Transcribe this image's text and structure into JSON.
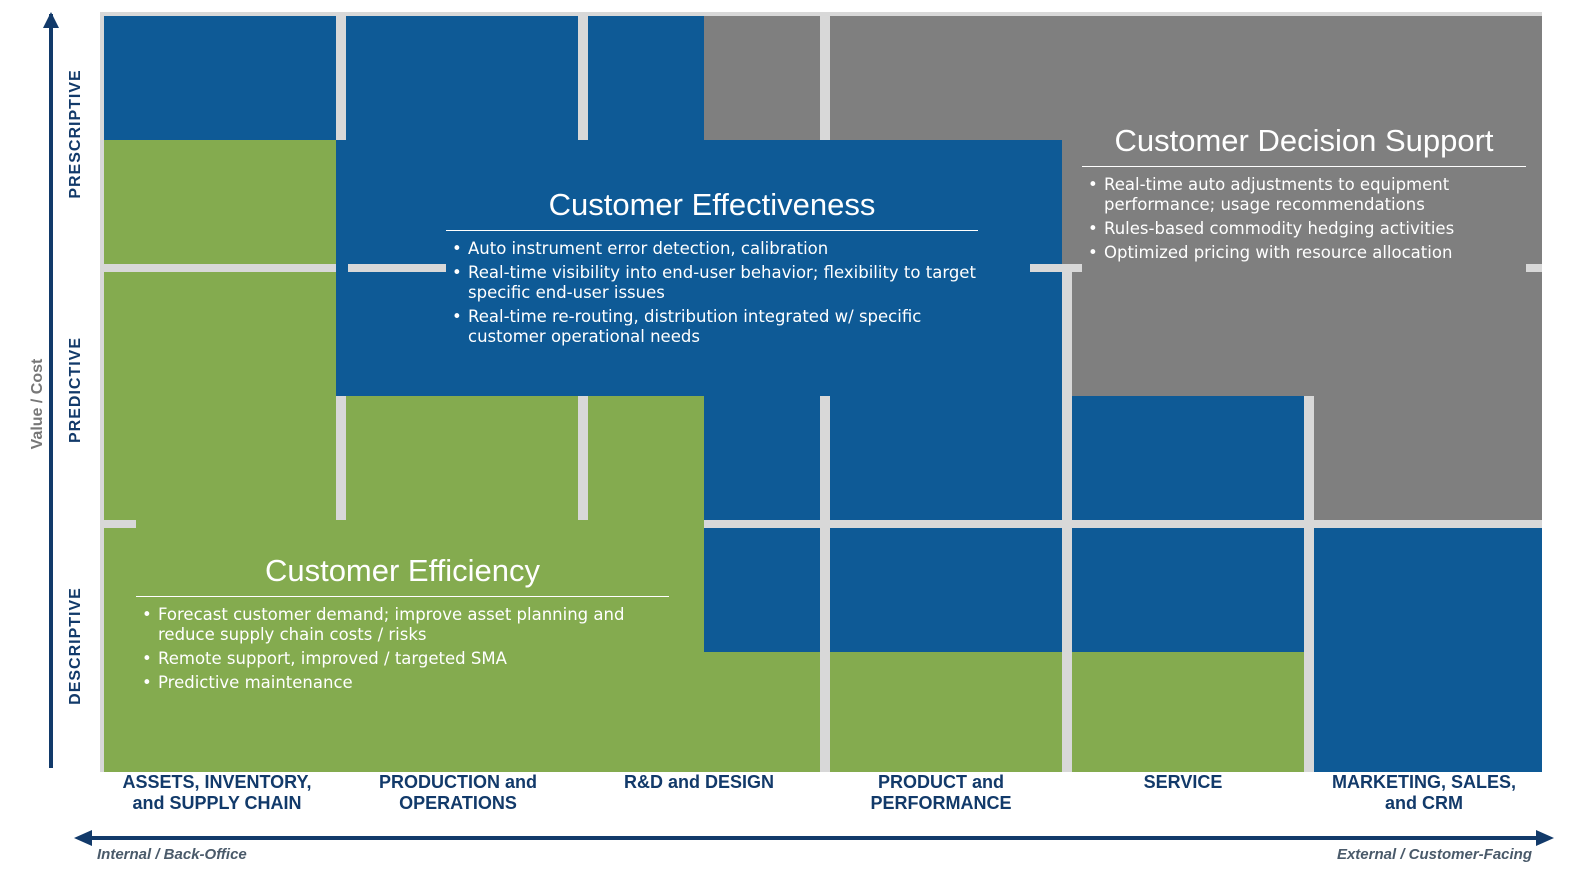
{
  "axes": {
    "y_label": "Value / Cost",
    "x_left_label": "Internal / Back-Office",
    "x_right_label": "External / Customer-Facing"
  },
  "rows": [
    "PRESCRIPTIVE",
    "PREDICTIVE",
    "DESCRIPTIVE"
  ],
  "columns": [
    "ASSETS, INVENTORY,\nand SUPPLY CHAIN",
    "PRODUCTION and\nOPERATIONS",
    "R&D and DESIGN",
    "PRODUCT and\nPERFORMANCE",
    "SERVICE",
    "MARKETING, SALES,\nand CRM"
  ],
  "colors": {
    "blue": "#0e5a96",
    "green": "#84ab4f",
    "gray": "#7f7f7f",
    "divider": "#d8d8d8",
    "axis": "#123a6a"
  },
  "callouts": {
    "effectiveness": {
      "title": "Customer Effectiveness",
      "bullets": [
        "Auto instrument error detection, calibration",
        "Real-time visibility into end-user behavior; flexibility to target specific end-user issues",
        "Real-time re-routing, distribution integrated w/ specific customer operational needs"
      ]
    },
    "decision_support": {
      "title": "Customer Decision Support",
      "bullets": [
        "Real-time auto adjustments to equipment performance; usage recommendations",
        "Rules-based commodity hedging activities",
        "Optimized pricing with resource allocation"
      ]
    },
    "efficiency": {
      "title": "Customer Efficiency",
      "bullets": [
        "Forecast customer demand; improve asset planning and reduce supply chain costs / risks",
        "Remote support, improved / targeted SMA",
        "Predictive maintenance"
      ]
    }
  }
}
